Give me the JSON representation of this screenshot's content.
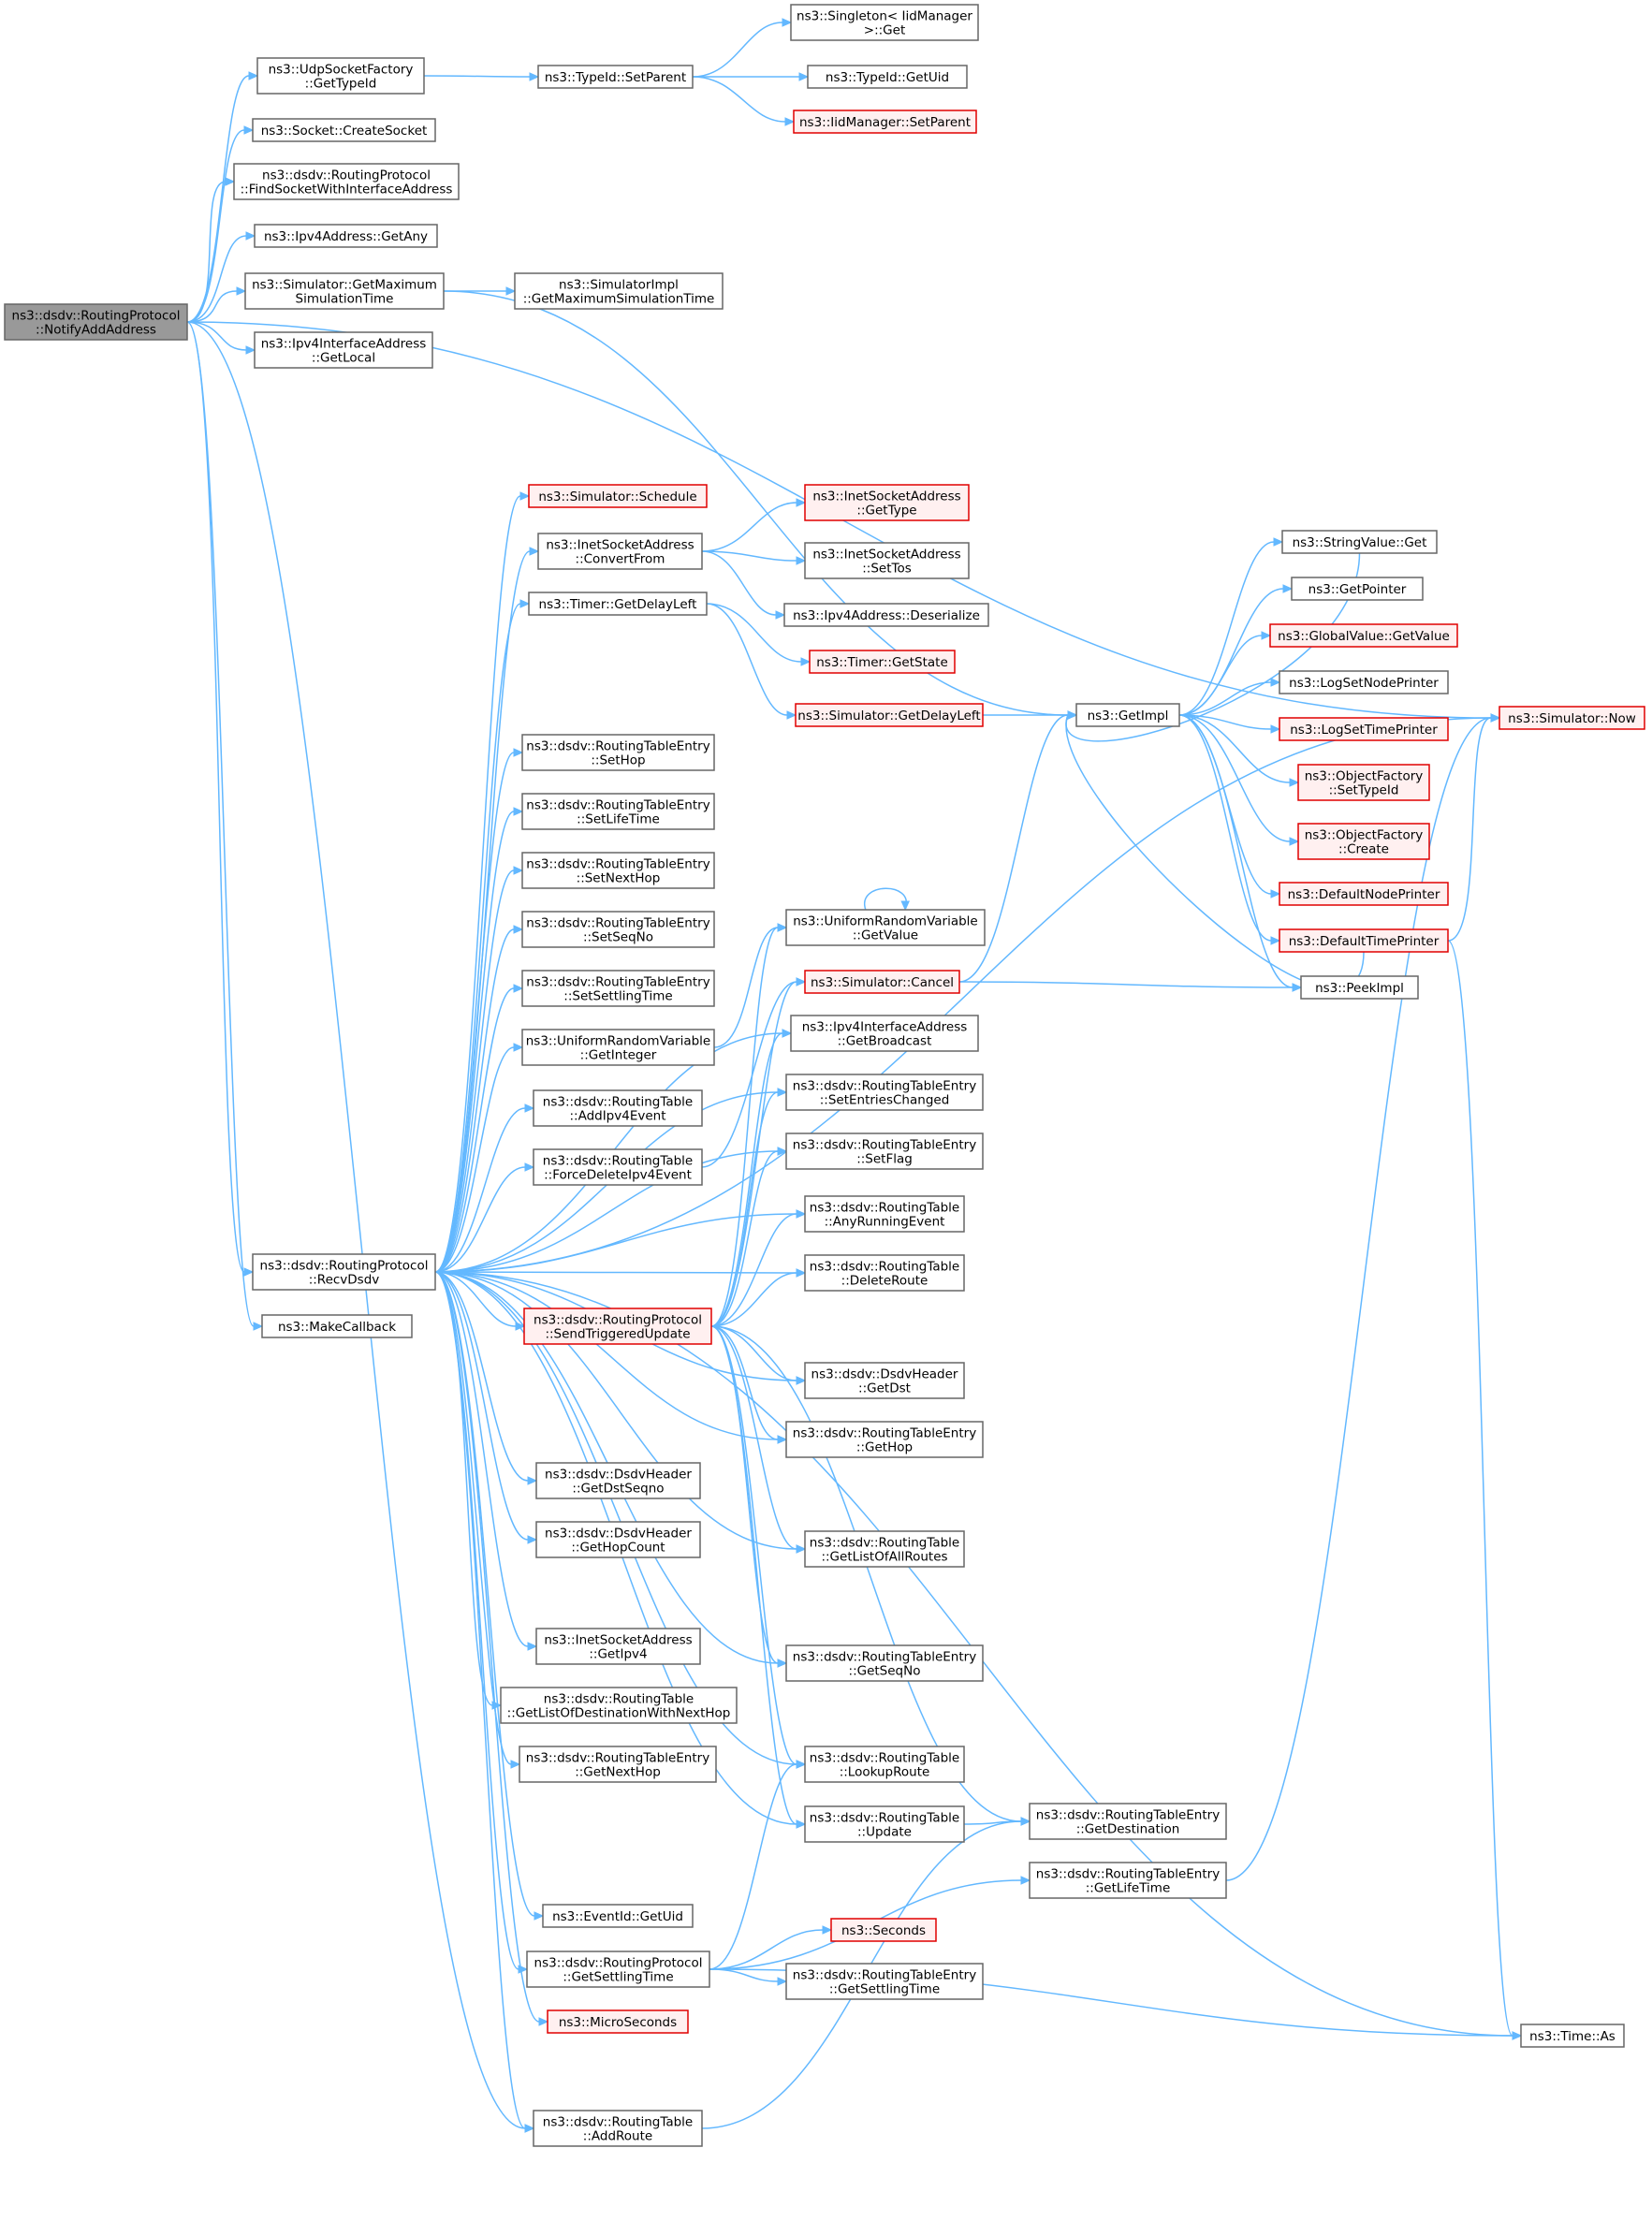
{
  "colors": {
    "edge": "#63b8ff",
    "node_border": "#666666",
    "node_fill": "#ffffff",
    "highlight_border": "#e00000",
    "highlight_fill": "#fff0f0",
    "root_fill": "#999999"
  },
  "nodes": [
    {
      "id": "root",
      "lines": [
        "ns3::dsdv::RoutingProtocol",
        "::NotifyAddAddress"
      ],
      "style": "root"
    },
    {
      "id": "udpget",
      "lines": [
        "ns3::UdpSocketFactory",
        "::GetTypeId"
      ],
      "style": "normal"
    },
    {
      "id": "typesetparent",
      "lines": [
        "ns3::TypeId::SetParent"
      ],
      "style": "normal"
    },
    {
      "id": "singleton",
      "lines": [
        "ns3::Singleton< IidManager",
        ">::Get"
      ],
      "style": "normal"
    },
    {
      "id": "typegetuid",
      "lines": [
        "ns3::TypeId::GetUid"
      ],
      "style": "normal"
    },
    {
      "id": "iidsetparent",
      "lines": [
        "ns3::IidManager::SetParent"
      ],
      "style": "red"
    },
    {
      "id": "createsocket",
      "lines": [
        "ns3::Socket::CreateSocket"
      ],
      "style": "normal"
    },
    {
      "id": "findsocket",
      "lines": [
        "ns3::dsdv::RoutingProtocol",
        "::FindSocketWithInterfaceAddress"
      ],
      "style": "normal"
    },
    {
      "id": "getany",
      "lines": [
        "ns3::Ipv4Address::GetAny"
      ],
      "style": "normal"
    },
    {
      "id": "simgetmax",
      "lines": [
        "ns3::Simulator::GetMaximum",
        "SimulationTime"
      ],
      "style": "normal"
    },
    {
      "id": "implgetmax",
      "lines": [
        "ns3::SimulatorImpl",
        "::GetMaximumSimulationTime"
      ],
      "style": "normal"
    },
    {
      "id": "ifgetlocal",
      "lines": [
        "ns3::Ipv4InterfaceAddress",
        "::GetLocal"
      ],
      "style": "normal"
    },
    {
      "id": "schedule",
      "lines": [
        "ns3::Simulator::Schedule"
      ],
      "style": "red"
    },
    {
      "id": "convertfrom",
      "lines": [
        "ns3::InetSocketAddress",
        "::ConvertFrom"
      ],
      "style": "normal"
    },
    {
      "id": "gettype",
      "lines": [
        "ns3::InetSocketAddress",
        "::GetType"
      ],
      "style": "red"
    },
    {
      "id": "settos",
      "lines": [
        "ns3::InetSocketAddress",
        "::SetTos"
      ],
      "style": "normal"
    },
    {
      "id": "deserialize",
      "lines": [
        "ns3::Ipv4Address::Deserialize"
      ],
      "style": "normal"
    },
    {
      "id": "timergetdelay",
      "lines": [
        "ns3::Timer::GetDelayLeft"
      ],
      "style": "normal"
    },
    {
      "id": "timergetstate",
      "lines": [
        "ns3::Timer::GetState"
      ],
      "style": "red"
    },
    {
      "id": "simgetdelay",
      "lines": [
        "ns3::Simulator::GetDelayLeft"
      ],
      "style": "red"
    },
    {
      "id": "getimpl",
      "lines": [
        "ns3::GetImpl"
      ],
      "style": "normal"
    },
    {
      "id": "strget",
      "lines": [
        "ns3::StringValue::Get"
      ],
      "style": "normal"
    },
    {
      "id": "getpointer",
      "lines": [
        "ns3::GetPointer"
      ],
      "style": "normal"
    },
    {
      "id": "gvgetvalue",
      "lines": [
        "ns3::GlobalValue::GetValue"
      ],
      "style": "red"
    },
    {
      "id": "logsetnode",
      "lines": [
        "ns3::LogSetNodePrinter"
      ],
      "style": "normal"
    },
    {
      "id": "logsettime",
      "lines": [
        "ns3::LogSetTimePrinter"
      ],
      "style": "red"
    },
    {
      "id": "ofsettypeid",
      "lines": [
        "ns3::ObjectFactory",
        "::SetTypeId"
      ],
      "style": "red"
    },
    {
      "id": "ofcreate",
      "lines": [
        "ns3::ObjectFactory",
        "::Create"
      ],
      "style": "red"
    },
    {
      "id": "defnodeprinter",
      "lines": [
        "ns3::DefaultNodePrinter"
      ],
      "style": "red"
    },
    {
      "id": "deftimeprinter",
      "lines": [
        "ns3::DefaultTimePrinter"
      ],
      "style": "red"
    },
    {
      "id": "peekimpl",
      "lines": [
        "ns3::PeekImpl"
      ],
      "style": "normal"
    },
    {
      "id": "simnow",
      "lines": [
        "ns3::Simulator::Now"
      ],
      "style": "red"
    },
    {
      "id": "rtesethop",
      "lines": [
        "ns3::dsdv::RoutingTableEntry",
        "::SetHop"
      ],
      "style": "normal"
    },
    {
      "id": "rtesetlife",
      "lines": [
        "ns3::dsdv::RoutingTableEntry",
        "::SetLifeTime"
      ],
      "style": "normal"
    },
    {
      "id": "rtesetnexthop",
      "lines": [
        "ns3::dsdv::RoutingTableEntry",
        "::SetNextHop"
      ],
      "style": "normal"
    },
    {
      "id": "rtesetseqno",
      "lines": [
        "ns3::dsdv::RoutingTableEntry",
        "::SetSeqNo"
      ],
      "style": "normal"
    },
    {
      "id": "rtesetsettling",
      "lines": [
        "ns3::dsdv::RoutingTableEntry",
        "::SetSettlingTime"
      ],
      "style": "normal"
    },
    {
      "id": "urvgetint",
      "lines": [
        "ns3::UniformRandomVariable",
        "::GetInteger"
      ],
      "style": "normal"
    },
    {
      "id": "urvgetvalue",
      "lines": [
        "ns3::UniformRandomVariable",
        "::GetValue"
      ],
      "style": "normal"
    },
    {
      "id": "simcancel",
      "lines": [
        "ns3::Simulator::Cancel"
      ],
      "style": "red"
    },
    {
      "id": "rtaddipv4",
      "lines": [
        "ns3::dsdv::RoutingTable",
        "::AddIpv4Event"
      ],
      "style": "normal"
    },
    {
      "id": "rtforcedel",
      "lines": [
        "ns3::dsdv::RoutingTable",
        "::ForceDeleteIpv4Event"
      ],
      "style": "normal"
    },
    {
      "id": "ifgetbcast",
      "lines": [
        "ns3::Ipv4InterfaceAddress",
        "::GetBroadcast"
      ],
      "style": "normal"
    },
    {
      "id": "rtesetentries",
      "lines": [
        "ns3::dsdv::RoutingTableEntry",
        "::SetEntriesChanged"
      ],
      "style": "normal"
    },
    {
      "id": "rtesetflag",
      "lines": [
        "ns3::dsdv::RoutingTableEntry",
        "::SetFlag"
      ],
      "style": "normal"
    },
    {
      "id": "rtanyrunning",
      "lines": [
        "ns3::dsdv::RoutingTable",
        "::AnyRunningEvent"
      ],
      "style": "normal"
    },
    {
      "id": "rtdelete",
      "lines": [
        "ns3::dsdv::RoutingTable",
        "::DeleteRoute"
      ],
      "style": "normal"
    },
    {
      "id": "recvdsdv",
      "lines": [
        "ns3::dsdv::RoutingProtocol",
        "::RecvDsdv"
      ],
      "style": "normal"
    },
    {
      "id": "sendtrig",
      "lines": [
        "ns3::dsdv::RoutingProtocol",
        "::SendTriggeredUpdate"
      ],
      "style": "red"
    },
    {
      "id": "makecallback",
      "lines": [
        "ns3::MakeCallback"
      ],
      "style": "normal"
    },
    {
      "id": "hdrgetdst",
      "lines": [
        "ns3::dsdv::DsdvHeader",
        "::GetDst"
      ],
      "style": "normal"
    },
    {
      "id": "rtegethop",
      "lines": [
        "ns3::dsdv::RoutingTableEntry",
        "::GetHop"
      ],
      "style": "normal"
    },
    {
      "id": "hdrgetdstseq",
      "lines": [
        "ns3::dsdv::DsdvHeader",
        "::GetDstSeqno"
      ],
      "style": "normal"
    },
    {
      "id": "hdrgethop",
      "lines": [
        "ns3::dsdv::DsdvHeader",
        "::GetHopCount"
      ],
      "style": "normal"
    },
    {
      "id": "rtgetall",
      "lines": [
        "ns3::dsdv::RoutingTable",
        "::GetListOfAllRoutes"
      ],
      "style": "normal"
    },
    {
      "id": "inetgetipv4",
      "lines": [
        "ns3::InetSocketAddress",
        "::GetIpv4"
      ],
      "style": "normal"
    },
    {
      "id": "rtegetseqno",
      "lines": [
        "ns3::dsdv::RoutingTableEntry",
        "::GetSeqNo"
      ],
      "style": "normal"
    },
    {
      "id": "rtgetlistnext",
      "lines": [
        "ns3::dsdv::RoutingTable",
        "::GetListOfDestinationWithNextHop"
      ],
      "style": "normal"
    },
    {
      "id": "rtegetnexthop",
      "lines": [
        "ns3::dsdv::RoutingTableEntry",
        "::GetNextHop"
      ],
      "style": "normal"
    },
    {
      "id": "rtlookup",
      "lines": [
        "ns3::dsdv::RoutingTable",
        "::LookupRoute"
      ],
      "style": "normal"
    },
    {
      "id": "rtegetdest",
      "lines": [
        "ns3::dsdv::RoutingTableEntry",
        "::GetDestination"
      ],
      "style": "normal"
    },
    {
      "id": "rtupdate",
      "lines": [
        "ns3::dsdv::RoutingTable",
        "::Update"
      ],
      "style": "normal"
    },
    {
      "id": "rtegetlife",
      "lines": [
        "ns3::dsdv::RoutingTableEntry",
        "::GetLifeTime"
      ],
      "style": "normal"
    },
    {
      "id": "eventgetuid",
      "lines": [
        "ns3::EventId::GetUid"
      ],
      "style": "normal"
    },
    {
      "id": "seconds",
      "lines": [
        "ns3::Seconds"
      ],
      "style": "red"
    },
    {
      "id": "rpgetsettling",
      "lines": [
        "ns3::dsdv::RoutingProtocol",
        "::GetSettlingTime"
      ],
      "style": "normal"
    },
    {
      "id": "rtegetsettling",
      "lines": [
        "ns3::dsdv::RoutingTableEntry",
        "::GetSettlingTime"
      ],
      "style": "normal"
    },
    {
      "id": "microseconds",
      "lines": [
        "ns3::MicroSeconds"
      ],
      "style": "red"
    },
    {
      "id": "timeas",
      "lines": [
        "ns3::Time::As"
      ],
      "style": "normal"
    },
    {
      "id": "rtaddroute",
      "lines": [
        "ns3::dsdv::RoutingTable",
        "::AddRoute"
      ],
      "style": "normal"
    }
  ]
}
